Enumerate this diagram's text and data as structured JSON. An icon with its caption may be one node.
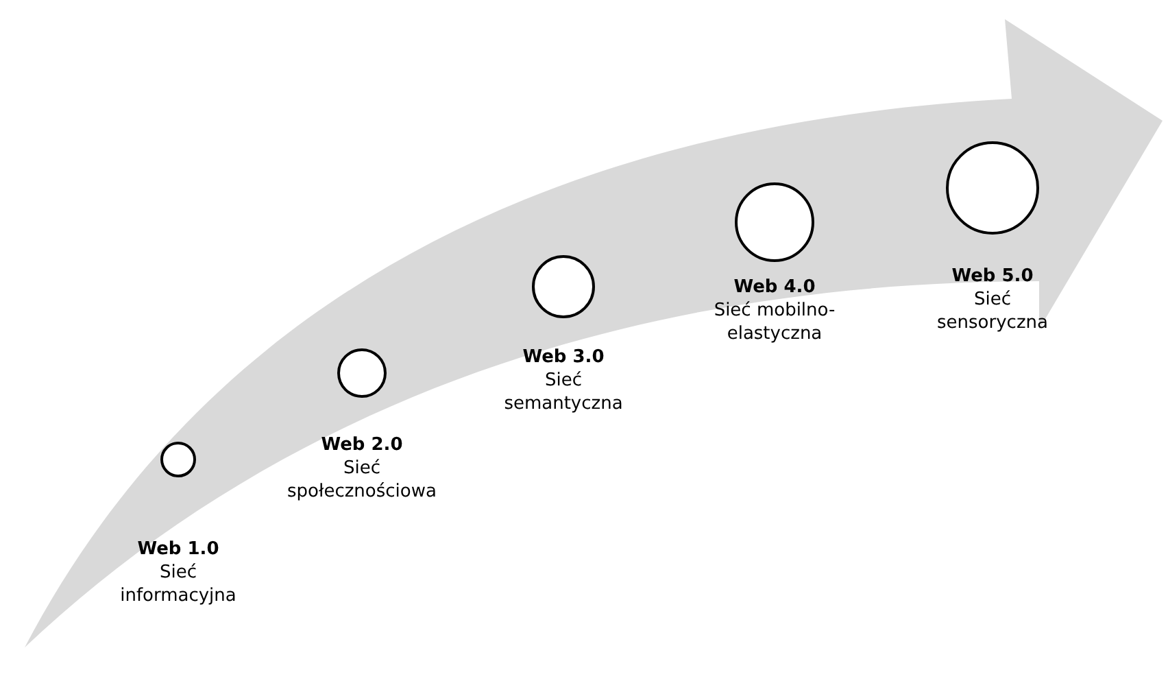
{
  "diagram": {
    "nodes": [
      {
        "text": [
          "Web 1.0",
          "Sieć informacyjna"
        ]
      },
      {
        "text": [
          "Web 2.0",
          "Sieć społecznościowa"
        ]
      },
      {
        "text": [
          "Web 3.0",
          "Sieć semantyczna"
        ]
      },
      {
        "text": [
          "Web 4.0",
          "Sieć mobilno-elastyczna"
        ]
      },
      {
        "text": [
          "Web 5.0",
          "Sieć sensoryczna"
        ]
      }
    ]
  }
}
